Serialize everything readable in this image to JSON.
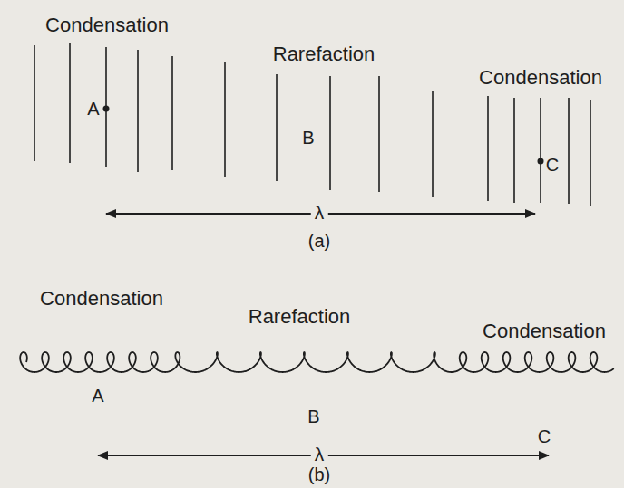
{
  "diagram": {
    "labels": [
      "Condensation",
      "Rarefaction",
      "Condensation",
      "A",
      "B",
      "C",
      "λ",
      "(a)",
      "Condensation",
      "Rarefaction",
      "Condensation",
      "A",
      "B",
      "C",
      "λ",
      "(b)"
    ]
  }
}
